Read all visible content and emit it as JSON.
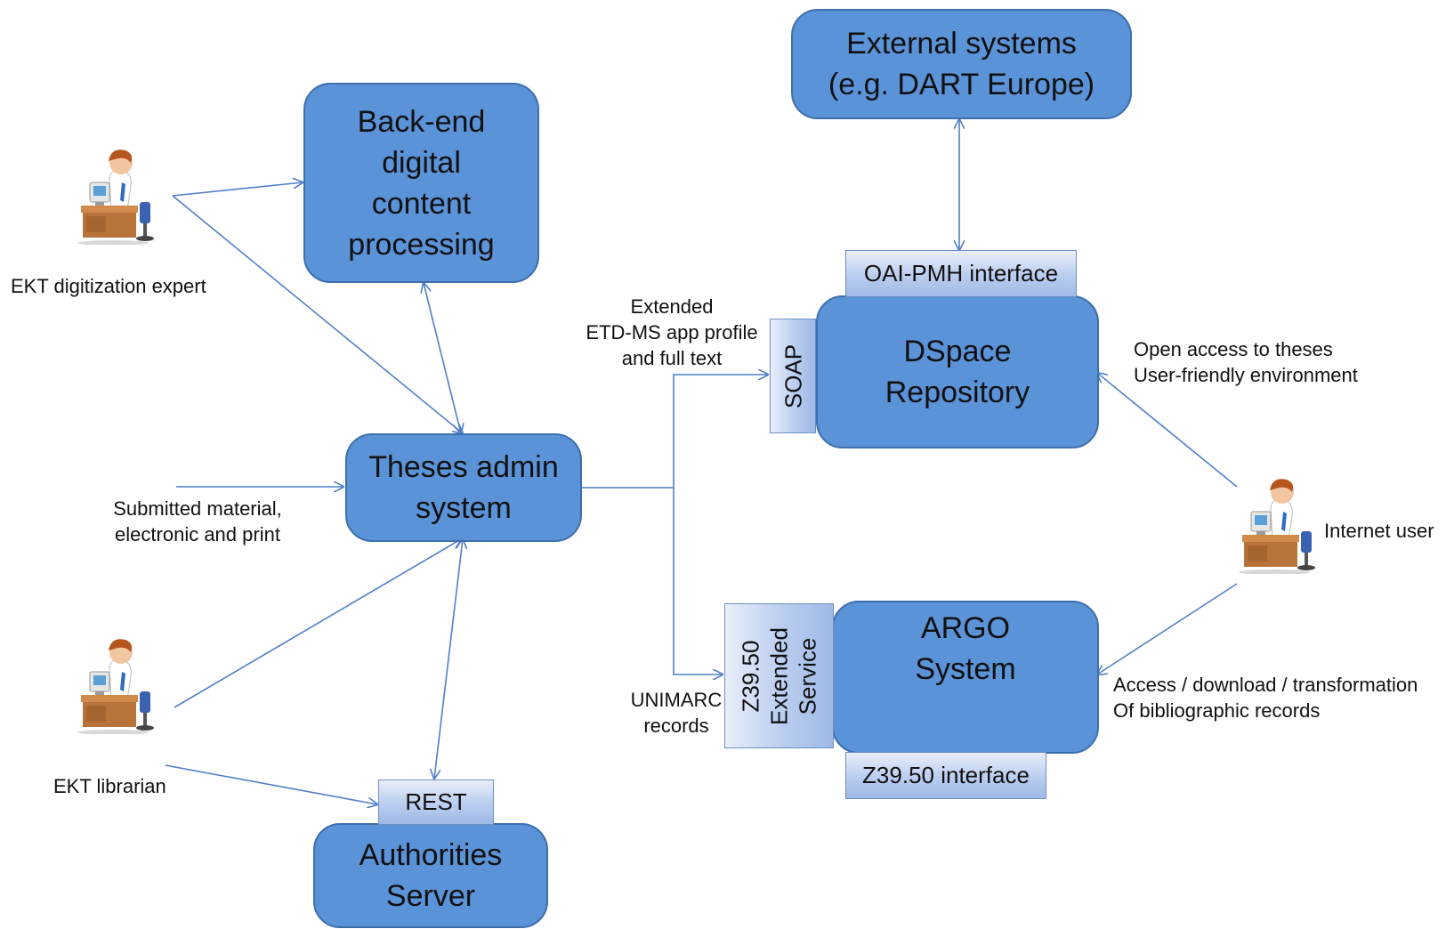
{
  "diagram": {
    "boxes": {
      "external": "External systems\n(e.g. DART Europe)",
      "backend": "Back-end\ndigital\ncontent\nprocessing",
      "dspace": "DSpace\nRepository",
      "theses": "Theses admin\nsystem",
      "argo": "ARGO\nSystem",
      "authorities": "Authorities\nServer"
    },
    "interfaces": {
      "oai": "OAI-PMH interface",
      "soap": "SOAP",
      "z3950_service": "Z39.50\nExtended\nService",
      "z3950_iface": "Z39.50 interface",
      "rest": "REST"
    },
    "labels": {
      "digitization_expert": "EKT digitization expert",
      "submitted": "Submitted material,\nelectronic and print",
      "librarian": "EKT librarian",
      "etd": "Extended\nETD-MS app profile\nand full text",
      "unimarc": "UNIMARC\nrecords",
      "open_access": "Open access to theses\nUser-friendly environment",
      "internet_user": "Internet user",
      "access_download": "Access / download  / transformation\nOf bibliographic records"
    },
    "colors": {
      "box_fill": "#5b93d9",
      "box_border": "#3d6fae",
      "interface_fill": "#b9cdef",
      "arrow": "#4f7fc9"
    },
    "icons": [
      "person-at-desk-icon"
    ]
  }
}
